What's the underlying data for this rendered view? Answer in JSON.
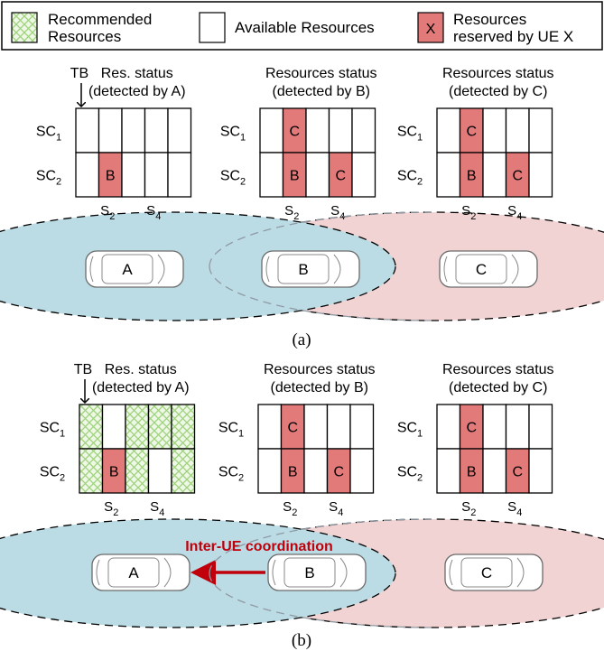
{
  "legend": {
    "recommended": [
      "Recommended",
      "Resources"
    ],
    "available": "Available Resources",
    "reserved_marker": "X",
    "reserved": [
      "Resources",
      "reserved by UE X"
    ]
  },
  "colors": {
    "reserved_fill": "#e37a7a",
    "recommended_hatch": "#9fd27d",
    "ellipse_a": "#bcdce5",
    "ellipse_c": "#f1d3d3",
    "arrow": "#c0000b"
  },
  "panels": [
    {
      "caption": "(a)",
      "coordination_label": "",
      "grids": [
        {
          "title": [
            "Res. status",
            "(detected by A)"
          ],
          "tb_label": "TB",
          "row_labels": [
            "SC",
            "SC"
          ],
          "row_subs": [
            "1",
            "2"
          ],
          "col_labels": [
            "S",
            "S"
          ],
          "col_subs": [
            "2",
            "4"
          ],
          "cells": [
            [
              "",
              "",
              "",
              "",
              ""
            ],
            [
              "",
              "B",
              "",
              "",
              ""
            ]
          ],
          "recommended": [
            [
              0,
              0,
              0,
              0,
              0
            ],
            [
              0,
              0,
              0,
              0,
              0
            ]
          ]
        },
        {
          "title": [
            "Resources status",
            "(detected by B)"
          ],
          "tb_label": "",
          "row_labels": [
            "SC",
            "SC"
          ],
          "row_subs": [
            "1",
            "2"
          ],
          "col_labels": [
            "S",
            "S"
          ],
          "col_subs": [
            "2",
            "4"
          ],
          "cells": [
            [
              "",
              "C",
              "",
              "",
              ""
            ],
            [
              "",
              "B",
              "",
              "C",
              ""
            ]
          ],
          "recommended": [
            [
              0,
              0,
              0,
              0,
              0
            ],
            [
              0,
              0,
              0,
              0,
              0
            ]
          ]
        },
        {
          "title": [
            "Resources status",
            "(detected by C)"
          ],
          "tb_label": "",
          "row_labels": [
            "SC",
            "SC"
          ],
          "row_subs": [
            "1",
            "2"
          ],
          "col_labels": [
            "S",
            "S"
          ],
          "col_subs": [
            "2",
            "4"
          ],
          "cells": [
            [
              "",
              "C",
              "",
              "",
              ""
            ],
            [
              "",
              "B",
              "",
              "C",
              ""
            ]
          ],
          "recommended": [
            [
              0,
              0,
              0,
              0,
              0
            ],
            [
              0,
              0,
              0,
              0,
              0
            ]
          ]
        }
      ],
      "cars": [
        "A",
        "B",
        "C"
      ]
    },
    {
      "caption": "(b)",
      "coordination_label": "Inter-UE coordination",
      "grids": [
        {
          "title": [
            "Res. status",
            "(detected by A)"
          ],
          "tb_label": "TB",
          "row_labels": [
            "SC",
            "SC"
          ],
          "row_subs": [
            "1",
            "2"
          ],
          "col_labels": [
            "S",
            "S"
          ],
          "col_subs": [
            "2",
            "4"
          ],
          "cells": [
            [
              "",
              "",
              "",
              "",
              ""
            ],
            [
              "",
              "B",
              "",
              "",
              ""
            ]
          ],
          "recommended": [
            [
              1,
              0,
              1,
              1,
              1
            ],
            [
              1,
              0,
              1,
              0,
              1
            ]
          ]
        },
        {
          "title": [
            "Resources status",
            "(detected by B)"
          ],
          "tb_label": "",
          "row_labels": [
            "SC",
            "SC"
          ],
          "row_subs": [
            "1",
            "2"
          ],
          "col_labels": [
            "S",
            "S"
          ],
          "col_subs": [
            "2",
            "4"
          ],
          "cells": [
            [
              "",
              "C",
              "",
              "",
              ""
            ],
            [
              "",
              "B",
              "",
              "C",
              ""
            ]
          ],
          "recommended": [
            [
              0,
              0,
              0,
              0,
              0
            ],
            [
              0,
              0,
              0,
              0,
              0
            ]
          ]
        },
        {
          "title": [
            "Resources status",
            "(detected by C)"
          ],
          "tb_label": "",
          "row_labels": [
            "SC",
            "SC"
          ],
          "row_subs": [
            "1",
            "2"
          ],
          "col_labels": [
            "S",
            "S"
          ],
          "col_subs": [
            "2",
            "4"
          ],
          "cells": [
            [
              "",
              "C",
              "",
              "",
              ""
            ],
            [
              "",
              "B",
              "",
              "C",
              ""
            ]
          ],
          "recommended": [
            [
              0,
              0,
              0,
              0,
              0
            ],
            [
              0,
              0,
              0,
              0,
              0
            ]
          ]
        }
      ],
      "cars": [
        "A",
        "B",
        "C"
      ]
    }
  ]
}
